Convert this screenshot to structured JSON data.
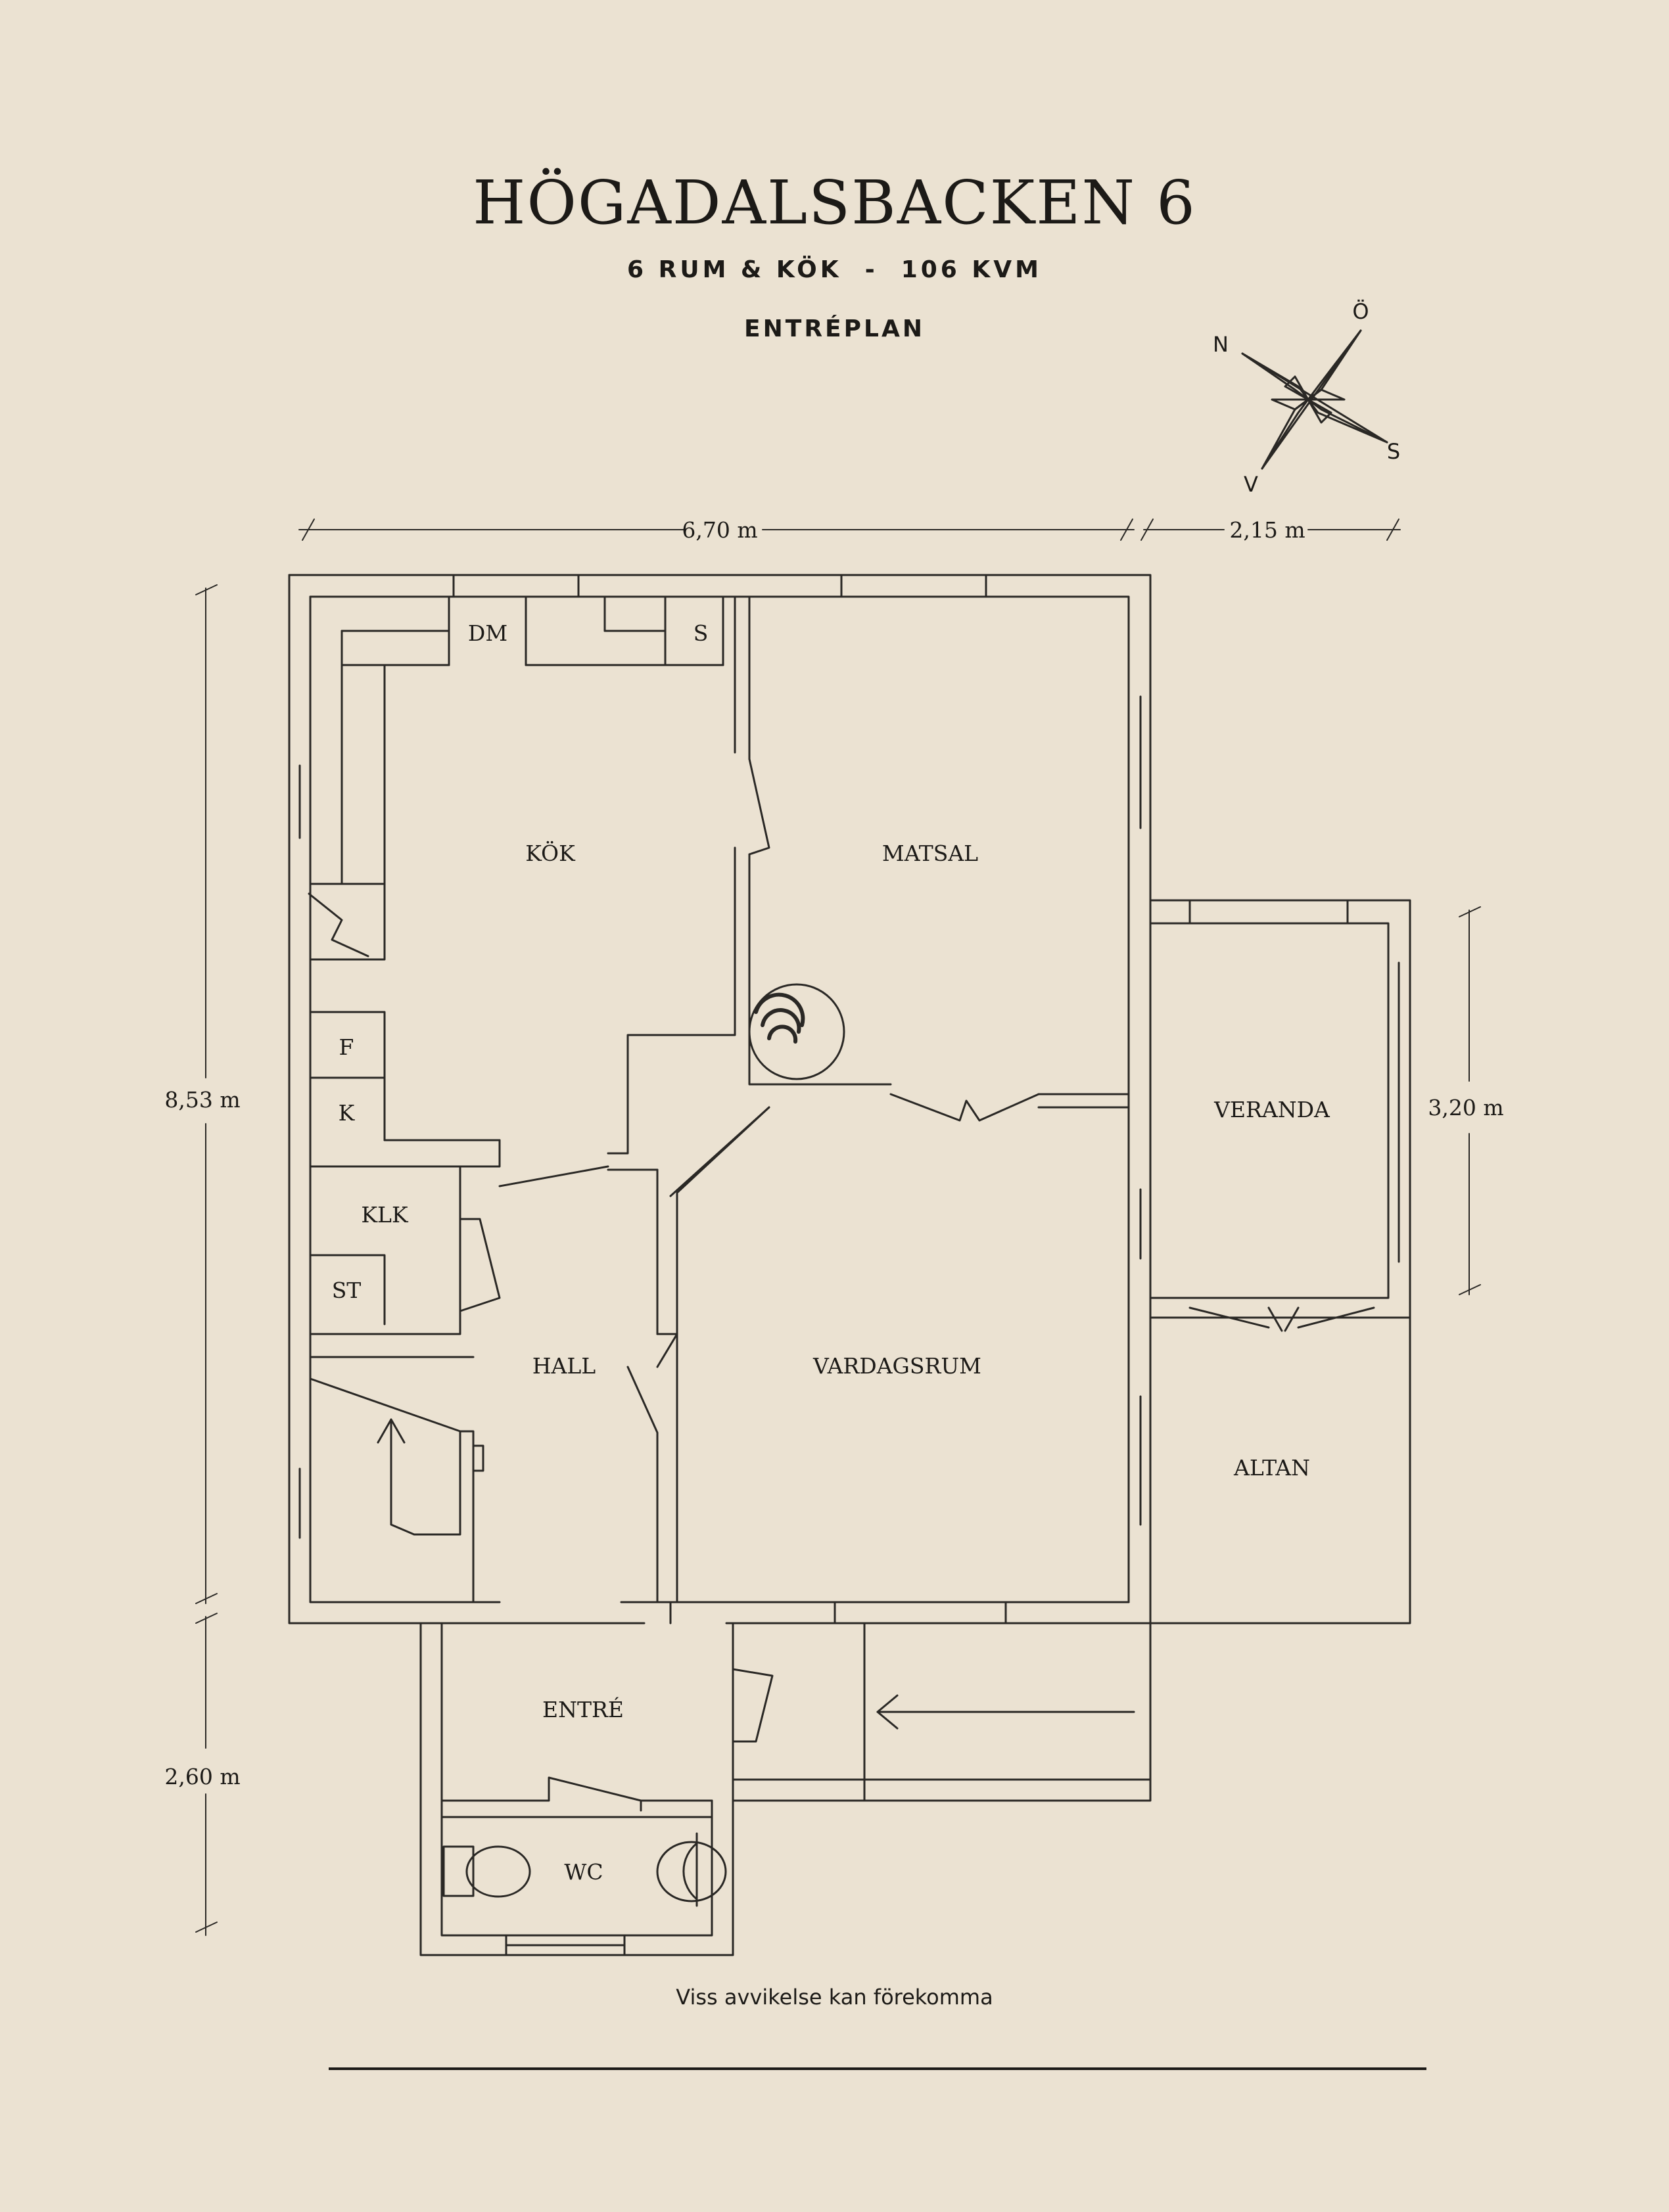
{
  "header": {
    "title": "HÖGADALSBACKEN 6",
    "subtitle": "6 RUM & KÖK  -  106 KVM",
    "level": "ENTRÉPLAN"
  },
  "compass": {
    "north": "N",
    "east": "Ö",
    "south": "S",
    "west": "V"
  },
  "rooms": {
    "dm": "DM",
    "s": "S",
    "kok": "KÖK",
    "matsal": "MATSAL",
    "f": "F",
    "k": "K",
    "klk": "KLK",
    "st": "ST",
    "veranda": "VERANDA",
    "hall": "HALL",
    "vardagsrum": "VARDAGSRUM",
    "altan": "ALTAN",
    "entre": "ENTRÉ",
    "wc": "WC"
  },
  "dimensions": {
    "width_main": "6,70 m",
    "width_veranda": "2,15 m",
    "height_main": "8,53 m",
    "height_veranda": "3,20 m",
    "height_entry": "2,60 m"
  },
  "footer": {
    "disclaimer": "Viss avvikelse kan förekomma"
  },
  "colors": {
    "background": "#ebe2d2",
    "ink": "#1c1a17"
  }
}
